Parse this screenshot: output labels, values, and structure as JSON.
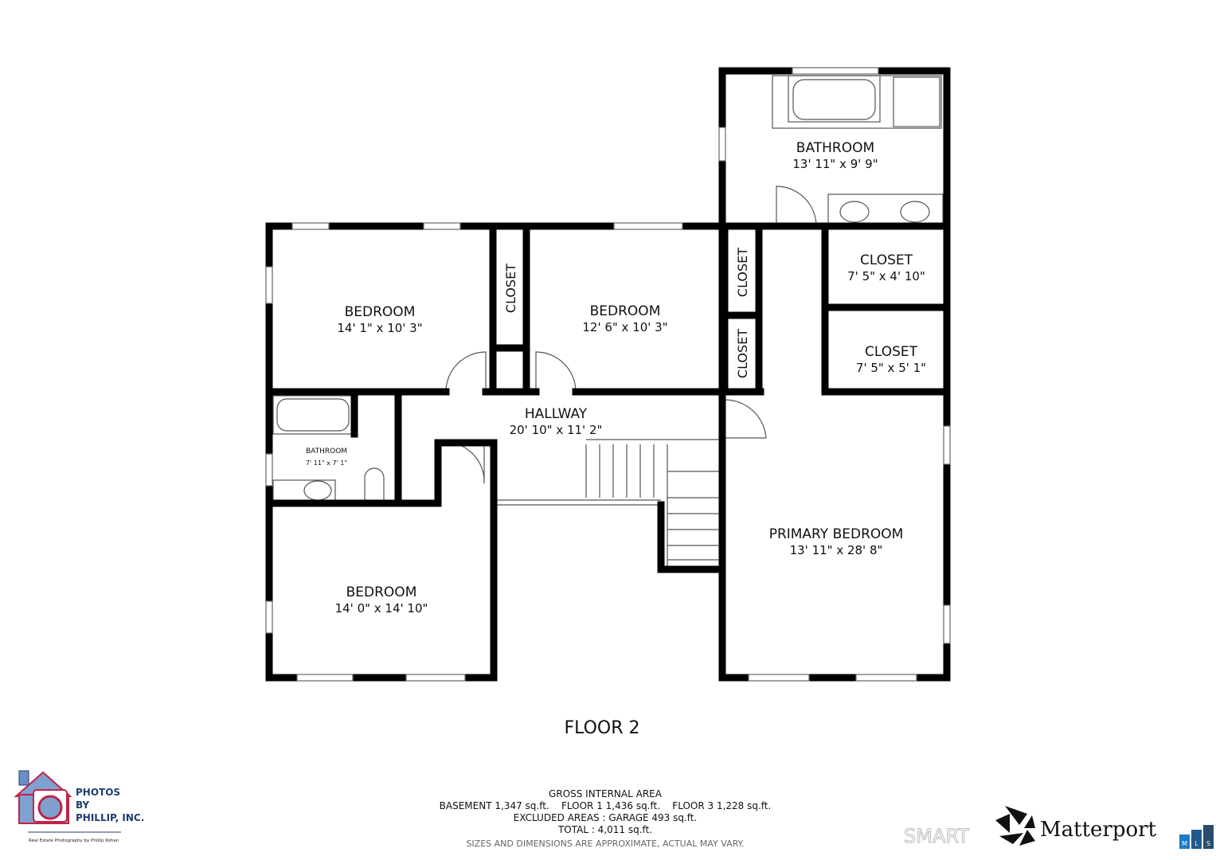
{
  "floor_title": "FLOOR 2",
  "rooms": [
    {
      "name": "BATHROOM",
      "dims": "13' 11\" x 9' 9\""
    },
    {
      "name": "BEDROOM",
      "dims": "14' 1\" x 10' 3\""
    },
    {
      "name": "BEDROOM",
      "dims": "12' 6\" x 10' 3\""
    },
    {
      "name": "CLOSET",
      "dims": "7' 5\" x 4' 10\""
    },
    {
      "name": "CLOSET",
      "dims": "7' 5\" x 5' 1\""
    },
    {
      "name": "HALLWAY",
      "dims": "20' 10\" x 11' 2\""
    },
    {
      "name": "BATHROOM",
      "dims": "7' 11\" x 7' 1\""
    },
    {
      "name": "PRIMARY BEDROOM",
      "dims": "13' 11\" x 28' 8\""
    },
    {
      "name": "BEDROOM",
      "dims": "14' 0\" x 14' 10\""
    },
    {
      "name": "CLOSET"
    },
    {
      "name": "CLOSET"
    },
    {
      "name": "CLOSET"
    }
  ],
  "area_summary": {
    "heading": "GROSS INTERNAL AREA",
    "floors": "BASEMENT 1,347 sq.ft.    FLOOR 1 1,436 sq.ft.    FLOOR 3 1,228 sq.ft.",
    "excluded": "EXCLUDED AREAS :  GARAGE 493 sq.ft.",
    "total": "TOTAL :  4,011 sq.ft.",
    "disclaimer": "SIZES AND DIMENSIONS ARE APPROXIMATE, ACTUAL MAY VARY."
  },
  "logos": {
    "photographer": {
      "line1": "PHOTOS",
      "line2": "BY",
      "line3": "PHILLIP, INC.",
      "tagline": "Real Estate Photography by Phillip Kohan"
    },
    "matterport": "Matterport",
    "watermark": "SMART",
    "mls": [
      "M",
      "L",
      "S"
    ]
  },
  "colors": {
    "wall": "#000000",
    "logo_blue": "#1f3d6e",
    "logo_red": "#c0244a",
    "mls_blue": "#1f7acb"
  }
}
